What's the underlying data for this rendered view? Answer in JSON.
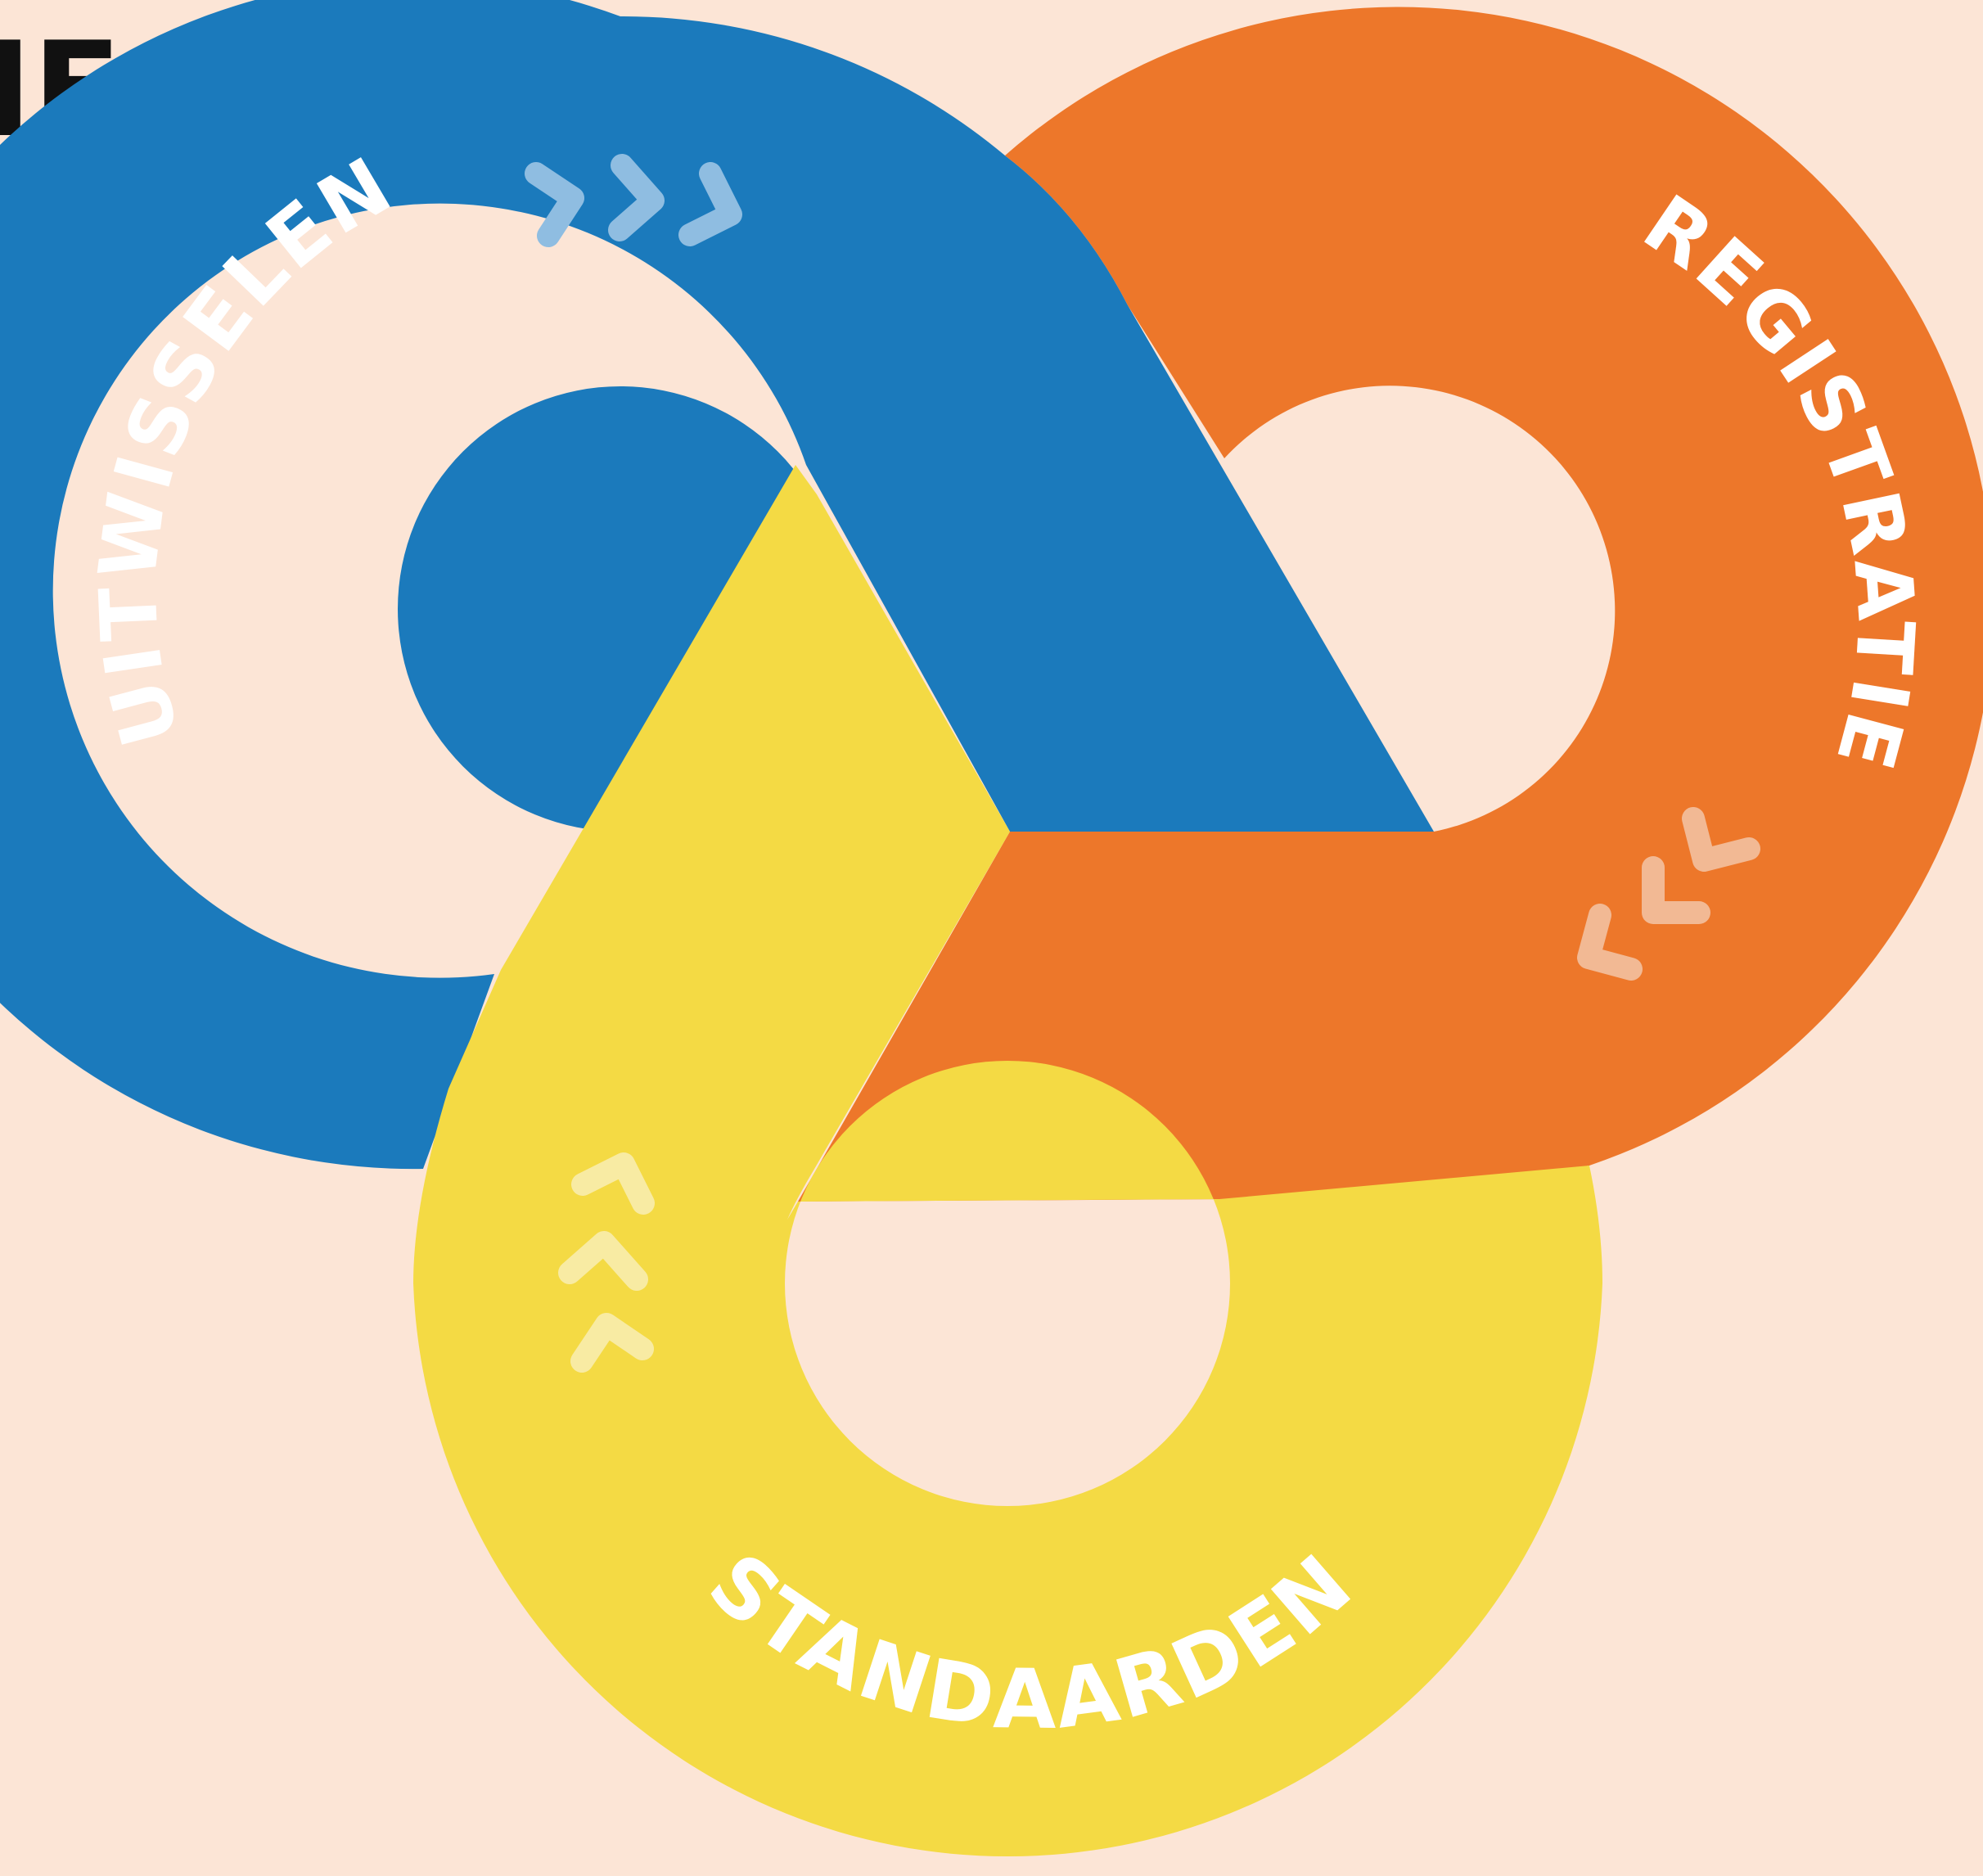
{
  "heading": "IE",
  "colors": {
    "background": "#fce5d6",
    "blue": "#1b7abc",
    "orange": "#ed772a",
    "yellow": "#f4da44",
    "chevron_blue": "#8fbde1",
    "chevron_orange": "#f2b994",
    "chevron_yellow": "#f8eba3"
  },
  "rings": [
    {
      "name": "blue-ring",
      "label": "UITWISSELEN",
      "color": "blue",
      "chevrons": "three light-blue chevrons pointing right"
    },
    {
      "name": "orange-ring",
      "label": "REGISTRATIE",
      "color": "orange",
      "chevrons": "three light-orange chevrons pointing down-left"
    },
    {
      "name": "yellow-ring",
      "label": "STANDAARDEN",
      "color": "yellow",
      "chevrons": "three light-yellow chevrons pointing up-left"
    }
  ]
}
